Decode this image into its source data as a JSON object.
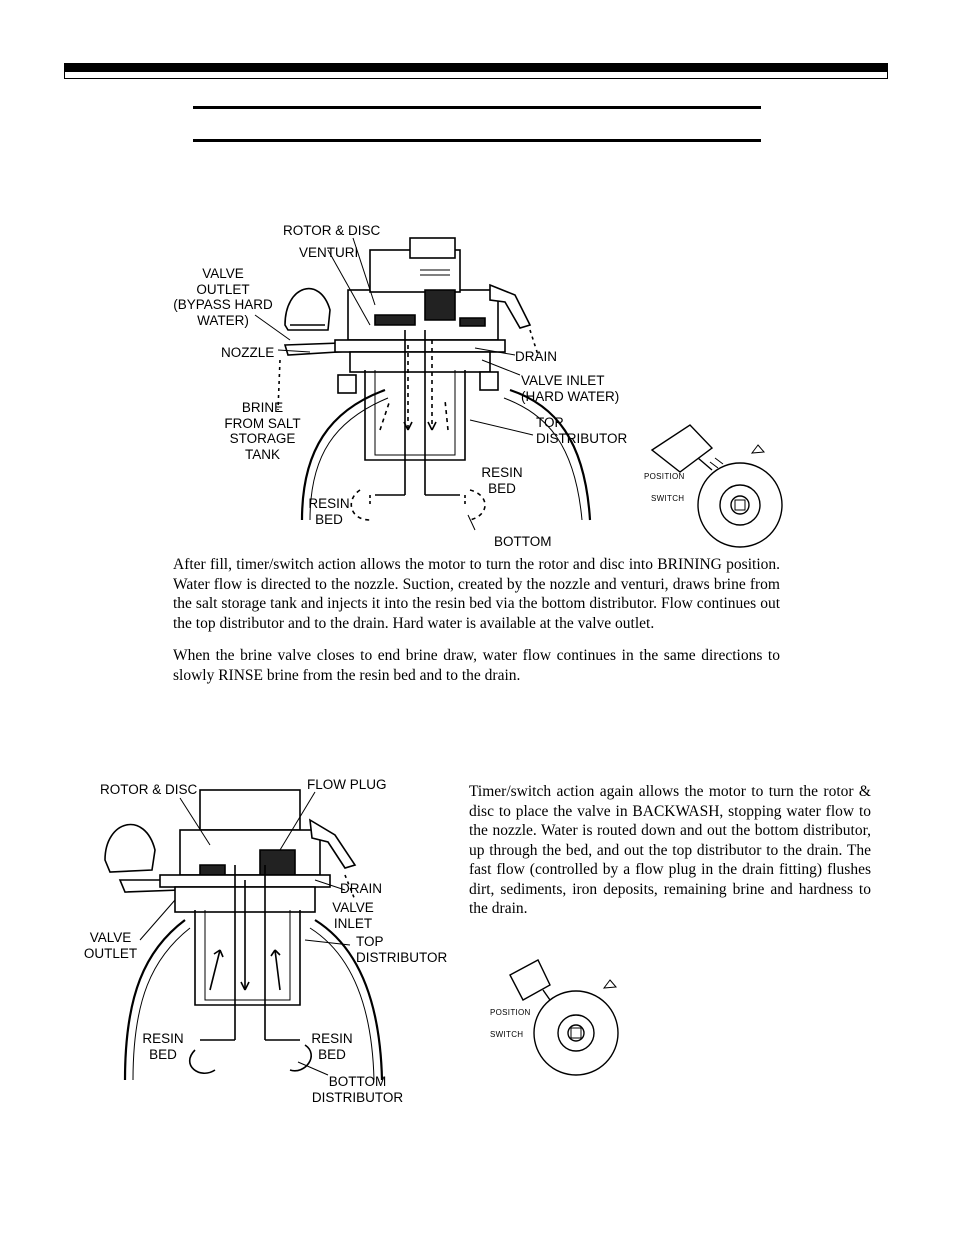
{
  "diagram1": {
    "labels": {
      "rotor_disc": "ROTOR & DISC",
      "venturi": "VENTURI",
      "valve_outlet": [
        "VALVE",
        "OUTLET",
        "(BYPASS HARD",
        "WATER)"
      ],
      "nozzle": "NOZZLE",
      "drain": "DRAIN",
      "valve_inlet": [
        "VALVE INLET",
        "(HARD WATER)"
      ],
      "brine": [
        "BRINE",
        "FROM SALT",
        "STORAGE",
        "TANK"
      ],
      "top_distributor": [
        "TOP",
        "DISTRIBUTOR"
      ],
      "resin_bed_right": [
        "RESIN",
        "BED"
      ],
      "resin_bed_left": [
        "RESIN",
        "BED"
      ],
      "bottom": "BOTTOM"
    },
    "switch": {
      "position": "POSITION",
      "switch": "SWITCH"
    }
  },
  "text1": {
    "para1": "After fill, timer/switch action allows the motor to turn the rotor and disc into BRINING position. Water flow is directed to the nozzle. Suction, created by the nozzle and venturi, draws brine from the salt storage tank and injects it into the resin bed via the bottom distributor. Flow continues out the top distributor and to the drain. Hard water is available at the valve outlet.",
    "para2": "When the brine valve closes to end brine draw, water flow continues in the same directions to slowly RINSE brine from the resin bed and to the drain."
  },
  "diagram2": {
    "labels": {
      "rotor_disc": "ROTOR & DISC",
      "flow_plug": "FLOW PLUG",
      "drain": "DRAIN",
      "valve_inlet": [
        "VALVE",
        "INLET"
      ],
      "valve_outlet": [
        "VALVE",
        "OUTLET"
      ],
      "top_distributor": [
        "TOP",
        "DISTRIBUTOR"
      ],
      "resin_bed_left": [
        "RESIN",
        "BED"
      ],
      "resin_bed_right": [
        "RESIN",
        "BED"
      ],
      "bottom_distributor": [
        "BOTTOM",
        "DISTRIBUTOR"
      ]
    },
    "switch": {
      "position": "POSITION",
      "switch": "SWITCH"
    }
  },
  "text2": {
    "para1": "Timer/switch action again allows the motor to turn the rotor & disc to place the valve in BACKWASH, stopping water flow to the nozzle. Water is routed down and out the bottom distributor, up through the bed, and out the top distributor to the drain. The fast flow (controlled by a flow plug in the drain fitting) flushes dirt, sediments, iron deposits, remaining brine and hardness to the drain."
  }
}
